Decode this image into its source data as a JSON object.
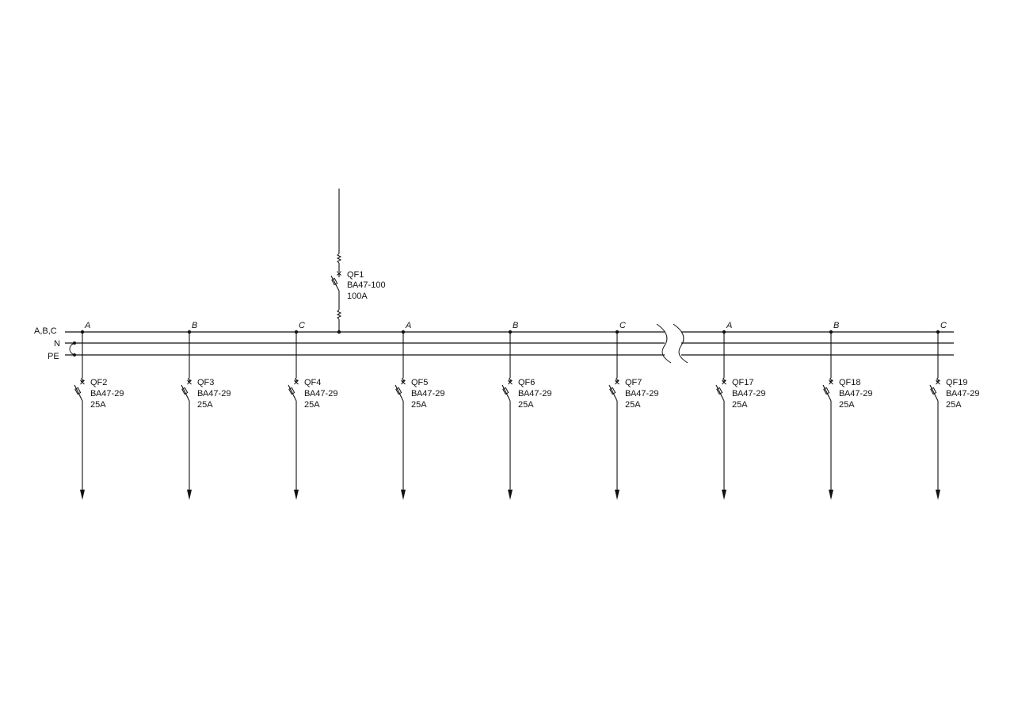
{
  "bus_labels": {
    "phases": "A,B,C",
    "neutral": "N",
    "protective_earth": "PE"
  },
  "main_breaker": {
    "designation": "QF1",
    "type": "ВА47-100",
    "rating": "100A"
  },
  "feeders": [
    {
      "phase": "A",
      "designation": "QF2",
      "type": "ВА47-29",
      "rating": "25A"
    },
    {
      "phase": "B",
      "designation": "QF3",
      "type": "ВА47-29",
      "rating": "25A"
    },
    {
      "phase": "C",
      "designation": "QF4",
      "type": "ВА47-29",
      "rating": "25A"
    },
    {
      "phase": "A",
      "designation": "QF5",
      "type": "ВА47-29",
      "rating": "25A"
    },
    {
      "phase": "B",
      "designation": "QF6",
      "type": "ВА47-29",
      "rating": "25A"
    },
    {
      "phase": "C",
      "designation": "QF7",
      "type": "ВА47-29",
      "rating": "25A"
    },
    {
      "phase": "A",
      "designation": "QF17",
      "type": "ВА47-29",
      "rating": "25A"
    },
    {
      "phase": "B",
      "designation": "QF18",
      "type": "ВА47-29",
      "rating": "25A"
    },
    {
      "phase": "C",
      "designation": "QF19",
      "type": "ВА47-29",
      "rating": "25A"
    }
  ]
}
